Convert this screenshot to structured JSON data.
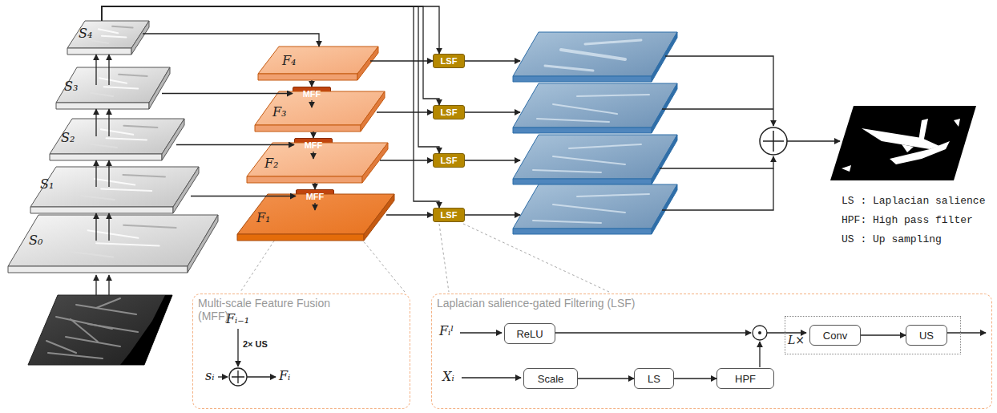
{
  "diagram": {
    "nodes": [
      {
        "text": [
          "S₄"
        ]
      },
      {
        "text": [
          "S₃"
        ]
      },
      {
        "text": [
          "S₂"
        ]
      },
      {
        "text": [
          "S₁"
        ]
      },
      {
        "text": [
          "S₀"
        ]
      },
      {
        "text": [
          "F₄"
        ]
      },
      {
        "text": [
          "MFF"
        ]
      },
      {
        "text": [
          "F₃"
        ]
      },
      {
        "text": [
          "MFF"
        ]
      },
      {
        "text": [
          "F₂"
        ]
      },
      {
        "text": [
          "MFF"
        ]
      },
      {
        "text": [
          "F₁"
        ]
      },
      {
        "text": [
          "LSF"
        ]
      },
      {
        "text": [
          "LSF"
        ]
      },
      {
        "text": [
          "LSF"
        ]
      },
      {
        "text": [
          "LSF"
        ]
      },
      {
        "text": [
          "Multi-scale Feature Fusion (MFF)"
        ]
      },
      {
        "text": [
          "Laplacian salience-gated Filtering (LSF)"
        ]
      },
      {
        "text": [
          "ReLU"
        ],
        "in": 17
      },
      {
        "text": [
          "Scale"
        ],
        "in": 17
      },
      {
        "text": [
          "LS"
        ],
        "in": 17
      },
      {
        "text": [
          "HPF"
        ],
        "in": 17
      },
      {
        "text": [
          "L×"
        ],
        "in": 17
      },
      {
        "text": [
          "Conv"
        ],
        "in": 22
      },
      {
        "text": [
          "US"
        ],
        "in": 22
      }
    ],
    "edges": [
      {
        "from": 4,
        "to": 3,
        "arrow": "to"
      },
      {
        "from": 3,
        "to": 2,
        "arrow": "to"
      },
      {
        "from": 2,
        "to": 1,
        "arrow": "to"
      },
      {
        "from": 1,
        "to": 0,
        "arrow": "to"
      },
      {
        "from": 0,
        "to": 5,
        "arrow": "to"
      },
      {
        "from": 1,
        "to": 6,
        "arrow": "to"
      },
      {
        "from": 2,
        "to": 8,
        "arrow": "to"
      },
      {
        "from": 3,
        "to": 10,
        "arrow": "to"
      },
      {
        "from": 5,
        "to": 6,
        "arrow": "to"
      },
      {
        "from": 6,
        "to": 7,
        "arrow": "to"
      },
      {
        "from": 7,
        "to": 8,
        "arrow": "to"
      },
      {
        "from": 8,
        "to": 9,
        "arrow": "to"
      },
      {
        "from": 9,
        "to": 10,
        "arrow": "to"
      },
      {
        "from": 10,
        "to": 11,
        "arrow": "to"
      },
      {
        "from": 5,
        "to": 12,
        "arrow": "to"
      },
      {
        "from": 7,
        "to": 13,
        "arrow": "to"
      },
      {
        "from": 9,
        "to": 14,
        "arrow": "to"
      },
      {
        "from": 11,
        "to": 15,
        "arrow": "to"
      },
      {
        "from": 0,
        "to": 12,
        "arrow": "to"
      },
      {
        "from": 0,
        "to": 13,
        "arrow": "to"
      },
      {
        "from": 0,
        "to": 14,
        "arrow": "to"
      },
      {
        "from": 0,
        "to": 15,
        "arrow": "to"
      },
      {
        "from": 19,
        "to": 20,
        "arrow": "to"
      },
      {
        "from": 20,
        "to": 21,
        "arrow": "to"
      },
      {
        "from": 23,
        "to": 24,
        "arrow": "to"
      }
    ],
    "labels": [
      "2× US",
      "Fᵢ₋₁",
      "sᵢ",
      "Fᵢ",
      "Fᵢˡ",
      "Xᵢ",
      "LS : Laplacian salience",
      "HPF: High pass filter",
      "US : Up sampling"
    ]
  }
}
